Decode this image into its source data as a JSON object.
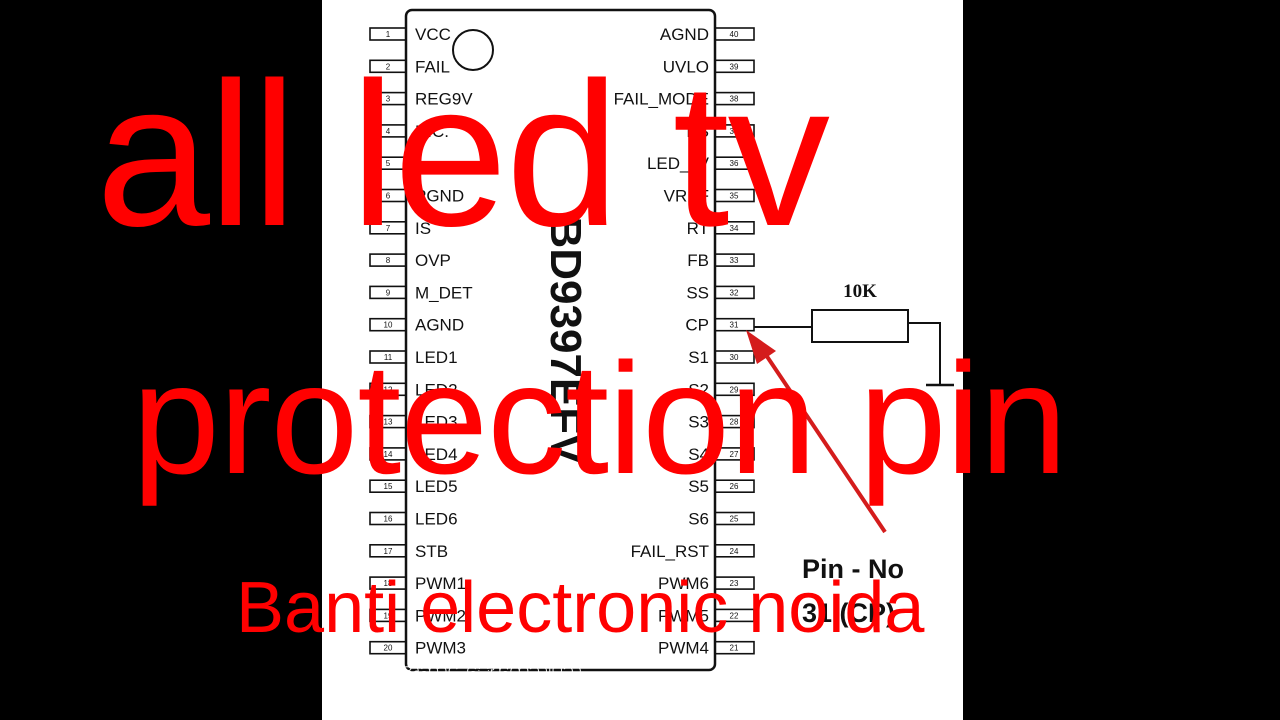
{
  "chip": {
    "name": "BD9397EFV",
    "left_pins": [
      {
        "num": "1",
        "label": "VCC"
      },
      {
        "num": "2",
        "label": "FAIL"
      },
      {
        "num": "3",
        "label": "REG9V"
      },
      {
        "num": "4",
        "label": "N.C."
      },
      {
        "num": "5",
        "label": ""
      },
      {
        "num": "6",
        "label": "PGND"
      },
      {
        "num": "7",
        "label": "IS"
      },
      {
        "num": "8",
        "label": "OVP"
      },
      {
        "num": "9",
        "label": "M_DET"
      },
      {
        "num": "10",
        "label": "AGND"
      },
      {
        "num": "11",
        "label": "LED1"
      },
      {
        "num": "12",
        "label": "LED2"
      },
      {
        "num": "13",
        "label": "LED3"
      },
      {
        "num": "14",
        "label": "LED4"
      },
      {
        "num": "15",
        "label": "LED5"
      },
      {
        "num": "16",
        "label": "LED6"
      },
      {
        "num": "17",
        "label": "STB"
      },
      {
        "num": "18",
        "label": "PWM1"
      },
      {
        "num": "19",
        "label": "PWM2"
      },
      {
        "num": "20",
        "label": "PWM3"
      }
    ],
    "right_pins": [
      {
        "num": "40",
        "label": "AGND"
      },
      {
        "num": "39",
        "label": "UVLO"
      },
      {
        "num": "38",
        "label": "FAIL_MODE"
      },
      {
        "num": "37",
        "label": "PS"
      },
      {
        "num": "36",
        "label": "LED_LV"
      },
      {
        "num": "35",
        "label": "VREF"
      },
      {
        "num": "34",
        "label": "RT"
      },
      {
        "num": "33",
        "label": "FB"
      },
      {
        "num": "32",
        "label": "SS"
      },
      {
        "num": "31",
        "label": "CP"
      },
      {
        "num": "30",
        "label": "S1"
      },
      {
        "num": "29",
        "label": "S2"
      },
      {
        "num": "28",
        "label": "S3"
      },
      {
        "num": "27",
        "label": "S4"
      },
      {
        "num": "26",
        "label": "S5"
      },
      {
        "num": "25",
        "label": "S6"
      },
      {
        "num": "24",
        "label": "FAIL_RST"
      },
      {
        "num": "23",
        "label": "PWM6"
      },
      {
        "num": "22",
        "label": "PWM5"
      },
      {
        "num": "21",
        "label": "PWM4"
      }
    ]
  },
  "resistor_label": "10K",
  "callout": {
    "line1": "Pin - No",
    "line2": "31 (CP)"
  },
  "overlay": {
    "line1": "all led tv",
    "line2": "protection pin",
    "line3": "Banti electronic noida"
  },
  "caption": {
    "line1": "ဓဏ္ဍ အဆာင္ ေၾကညျပည",
    "line2": "Proteck ျဖစ္သည္ အခါ ေက်ာ္လႊားႏိုင္ရန္"
  },
  "colors": {
    "overlay_text": "#ff0000",
    "arrow": "#d41c1c",
    "background": "#000000",
    "sheet": "#ffffff"
  }
}
